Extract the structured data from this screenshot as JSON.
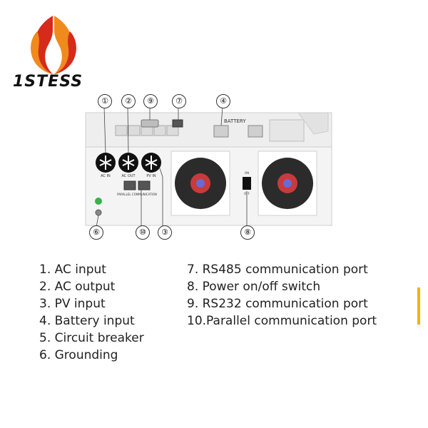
{
  "brand": {
    "name": "1STESS",
    "logo_icon": "flame-logo-icon",
    "logo_digit": "1"
  },
  "diagram": {
    "callouts": [
      "①",
      "②",
      "⑨",
      "⑦",
      "④",
      "⑥",
      "⑩",
      "③",
      "⑧"
    ],
    "panel_labels": {
      "battery": "BATTERY",
      "ac_in": "AC IN",
      "ac_out": "AC OUT",
      "pv_in": "PV IN",
      "parallel": "PARALLEL COMMUNICATION",
      "switch_on": "ON",
      "switch_off": "OFF"
    }
  },
  "legend": {
    "left": [
      "1. AC input",
      "2. AC output",
      "3. PV input",
      "4. Battery input",
      "5. Circuit breaker",
      "6. Grounding"
    ],
    "right": [
      "7. RS485 communication port",
      "8. Power on/off switch",
      "9. RS232 communication port",
      "10.Parallel communication port"
    ]
  },
  "colors": {
    "logo_red": "#d62a1a",
    "logo_orange": "#f08a1c",
    "panel": "#f4f4f4",
    "accent": "#f2b400"
  }
}
